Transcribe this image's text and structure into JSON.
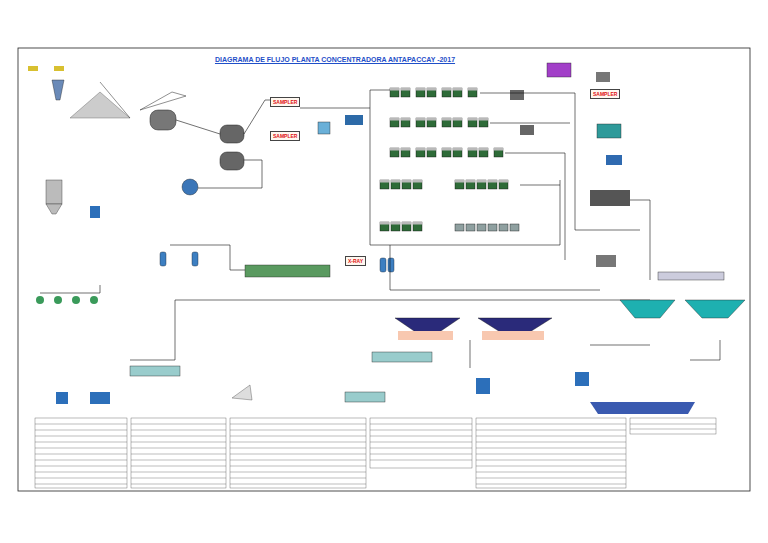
{
  "diagram": {
    "title": "DIAGRAMA DE FLUJO PLANTA CONCENTRADORA ANTAPACCAY -2017",
    "nodes": [
      {
        "text": [
          "SAMPLER"
        ]
      },
      {
        "text": [
          "SAMPLER"
        ]
      },
      {
        "text": [
          "SAMPLER"
        ]
      },
      {
        "text": [
          "X-RAY"
        ]
      }
    ]
  }
}
